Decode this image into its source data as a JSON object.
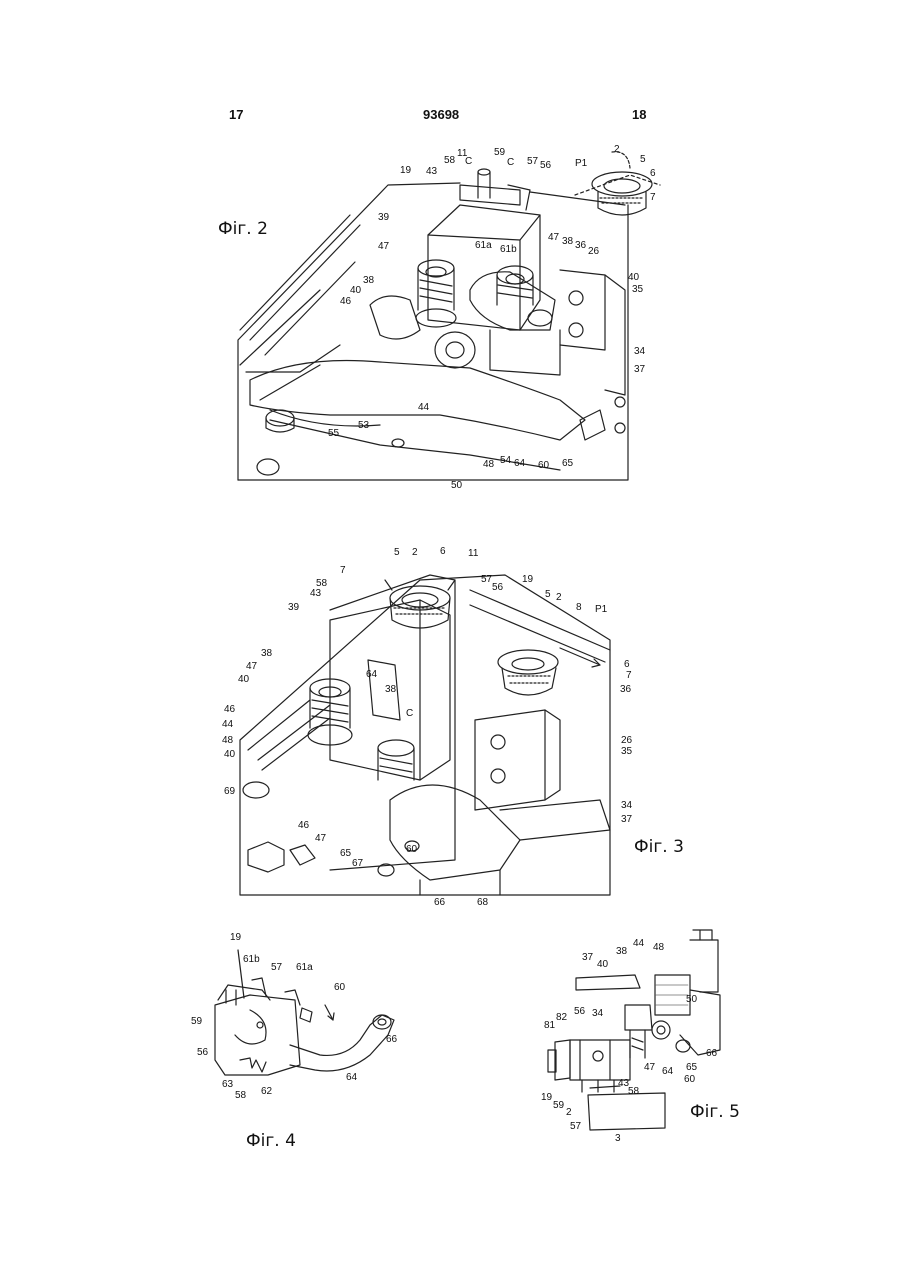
{
  "header": {
    "left": "17",
    "center": "93698",
    "right": "18"
  },
  "figures": [
    {
      "label": "Фiг. 2",
      "refs": [
        "2",
        "5",
        "6",
        "7",
        "P1",
        "11",
        "C",
        "58",
        "59",
        "C",
        "57",
        "56",
        "19",
        "43",
        "39",
        "61a",
        "61b",
        "47",
        "38",
        "36",
        "26",
        "47",
        "38",
        "40",
        "46",
        "40",
        "35",
        "34",
        "37",
        "44",
        "53",
        "55",
        "48",
        "54",
        "64",
        "60",
        "65",
        "50"
      ]
    },
    {
      "label": "Фiг. 3",
      "refs": [
        "5",
        "2",
        "6",
        "11",
        "7",
        "57",
        "19",
        "58",
        "56",
        "5",
        "2",
        "8",
        "P1",
        "43",
        "39",
        "64",
        "38",
        "47",
        "6",
        "40",
        "7",
        "36",
        "C",
        "38",
        "46",
        "44",
        "26",
        "48",
        "35",
        "40",
        "69",
        "34",
        "37",
        "46",
        "47",
        "65",
        "67",
        "60",
        "66",
        "68"
      ]
    },
    {
      "label": "Фiг. 4",
      "refs": [
        "19",
        "61b",
        "57",
        "61a",
        "60",
        "59",
        "56",
        "63",
        "58",
        "62",
        "64",
        "66"
      ]
    },
    {
      "label": "Фiг. 5",
      "refs": [
        "37",
        "38",
        "44",
        "48",
        "40",
        "50",
        "81",
        "82",
        "56",
        "34",
        "66",
        "47",
        "65",
        "64",
        "60",
        "19",
        "59",
        "2",
        "43",
        "58",
        "57",
        "3"
      ]
    }
  ]
}
